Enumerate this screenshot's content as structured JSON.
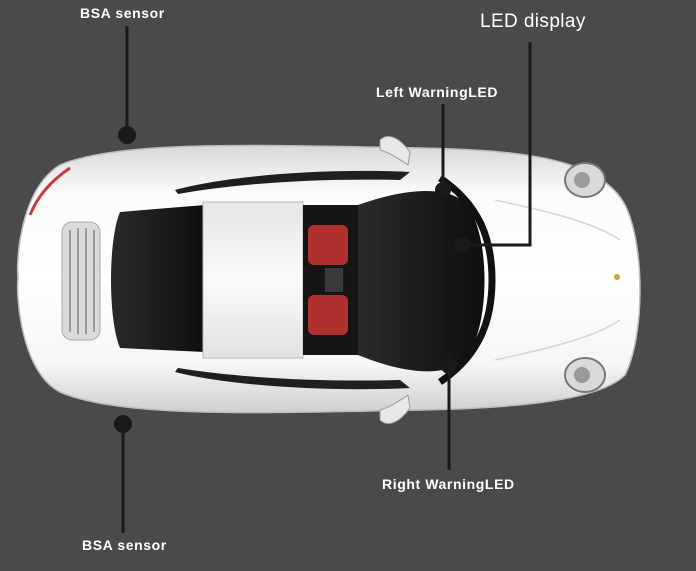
{
  "labels": {
    "bsa_top": "BSA  sensor",
    "bsa_bottom": "BSA  sensor",
    "led_display": "LED display",
    "left_warning": "Left WarningLED",
    "right_warning": "Right WarningLED"
  },
  "colors": {
    "background": "#4a4a4a",
    "car_body": "#f2f2f2",
    "glass": "#1c1c1c",
    "seat": "#b03030",
    "leader_line": "#1a1a1a",
    "text": "#ffffff"
  }
}
